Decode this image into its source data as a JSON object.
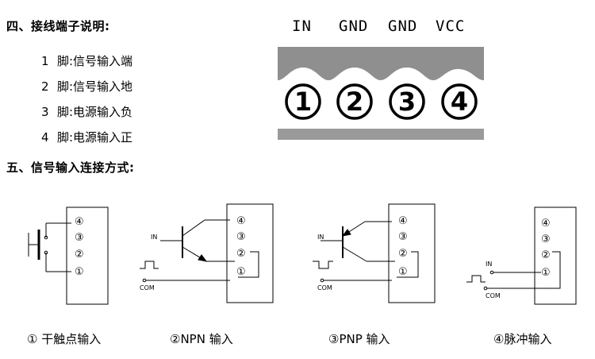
{
  "section4": {
    "title": "四、接线端子说明:",
    "pins": [
      {
        "num": "1",
        "text": "脚:信号输入端"
      },
      {
        "num": "2",
        "text": "脚:信号输入地"
      },
      {
        "num": "3",
        "text": "脚:电源输入负"
      },
      {
        "num": "4",
        "text": "脚:电源输入正"
      }
    ]
  },
  "terminal_block": {
    "labels": [
      "IN",
      "GND",
      "GND",
      "VCC"
    ],
    "numbers": [
      "1",
      "2",
      "3",
      "4"
    ],
    "colors": {
      "top": "#8f8f8f",
      "bottom": "#9a9a9a",
      "body": "#ffffff"
    }
  },
  "section5": {
    "title": "五、信号输入连接方式:"
  },
  "diagrams": {
    "term_marks": [
      "④",
      "③",
      "②",
      "①"
    ],
    "in_label": "IN",
    "com_label": "COM"
  },
  "captions": [
    "① 干触点输入",
    "②NPN 输入",
    "③PNP 输入",
    "④脉冲输入"
  ]
}
